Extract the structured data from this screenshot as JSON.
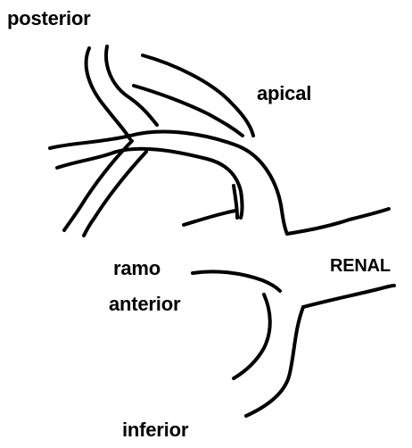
{
  "diagram": {
    "line_color": "#000000",
    "background_color": "#ffffff",
    "labels": {
      "posterior": "posterior",
      "apical": "apical",
      "ramo": "ramo",
      "anterior": "anterior",
      "renal": "RENAL",
      "inferior": "inferior"
    }
  }
}
